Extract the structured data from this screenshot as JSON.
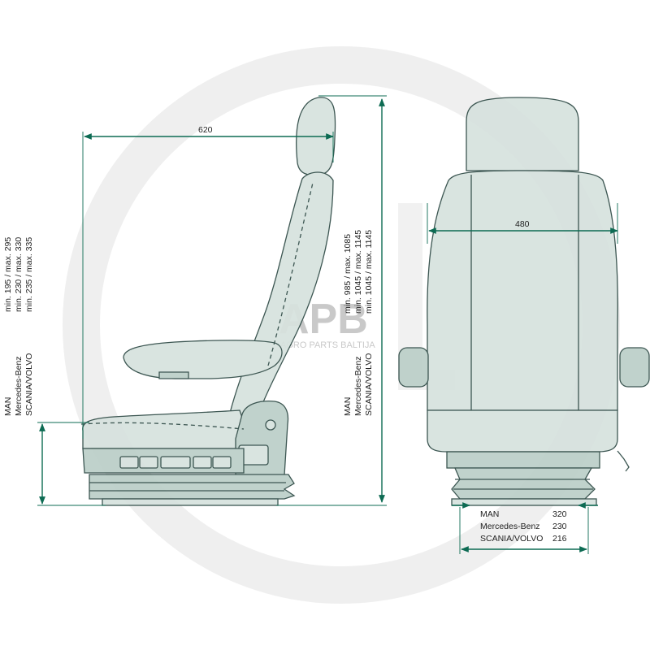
{
  "colors": {
    "outline": "#2e4a45",
    "fill": "#d7e2de",
    "fill_dark": "#bccfc9",
    "dimension": "#0d6b53",
    "watermark_ring": "#eeeeee",
    "watermark_text": "#c8c8c8"
  },
  "watermark": {
    "logo": "APB",
    "sub": "AGRO PARTS BALTIJA"
  },
  "dimensions": {
    "depth": "620",
    "width": "480",
    "left_labels": {
      "brands": [
        "MAN",
        "Mercedes-Benz",
        "SCANIA/VOLVO"
      ],
      "values": [
        "min. 195 / max. 295",
        "min. 230 / max. 330",
        "min. 235 / max. 335"
      ]
    },
    "right_labels": {
      "brands": [
        "MAN",
        "Mercedes-Benz",
        "SCANIA/VOLVO"
      ],
      "values": [
        "min. 985 / max. 1085",
        "min. 1045 / max. 1145",
        "min. 1045 / max. 1145"
      ]
    },
    "base_table": {
      "brands": [
        "MAN",
        "Mercedes-Benz",
        "SCANIA/VOLVO"
      ],
      "values": [
        "320",
        "230",
        "216"
      ]
    }
  }
}
